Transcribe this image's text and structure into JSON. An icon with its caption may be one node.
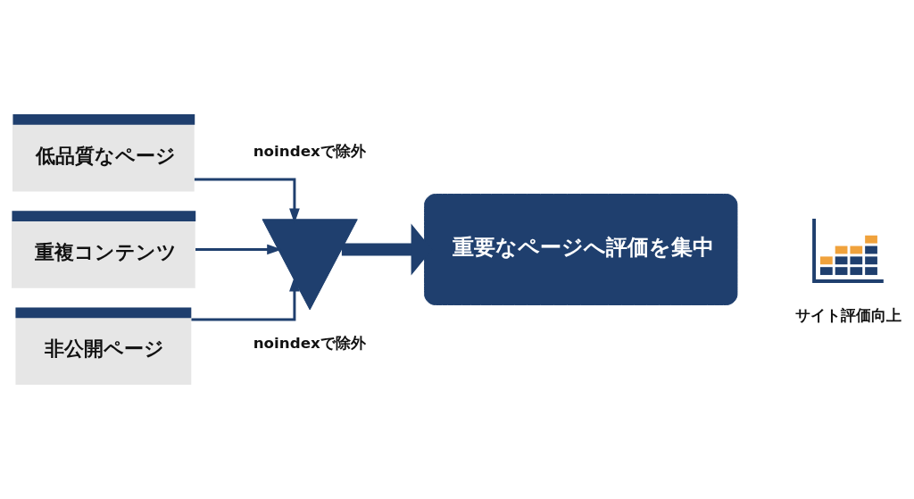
{
  "diagram": {
    "nodes": [
      {
        "text": [
          "低品質なページ"
        ]
      },
      {
        "text": [
          "重複コンテンツ"
        ]
      },
      {
        "text": [
          "非公開ページ"
        ]
      },
      {
        "text": [],
        "shape": "picture",
        "beside": [
          "noindexで除外",
          "noindexで除外"
        ]
      },
      {
        "text": [
          "重要なページへ評価を集中"
        ]
      },
      {
        "text": [],
        "shape": "picture",
        "beside": [
          "サイト評価向上"
        ]
      }
    ],
    "edges": [
      {
        "from": 0,
        "to": 3,
        "arrow": "to"
      },
      {
        "from": 1,
        "to": 3,
        "arrow": "to"
      },
      {
        "from": 2,
        "to": 3,
        "arrow": "to"
      },
      {
        "from": 3,
        "to": 4,
        "arrow": "to",
        "style": "thick"
      }
    ]
  }
}
